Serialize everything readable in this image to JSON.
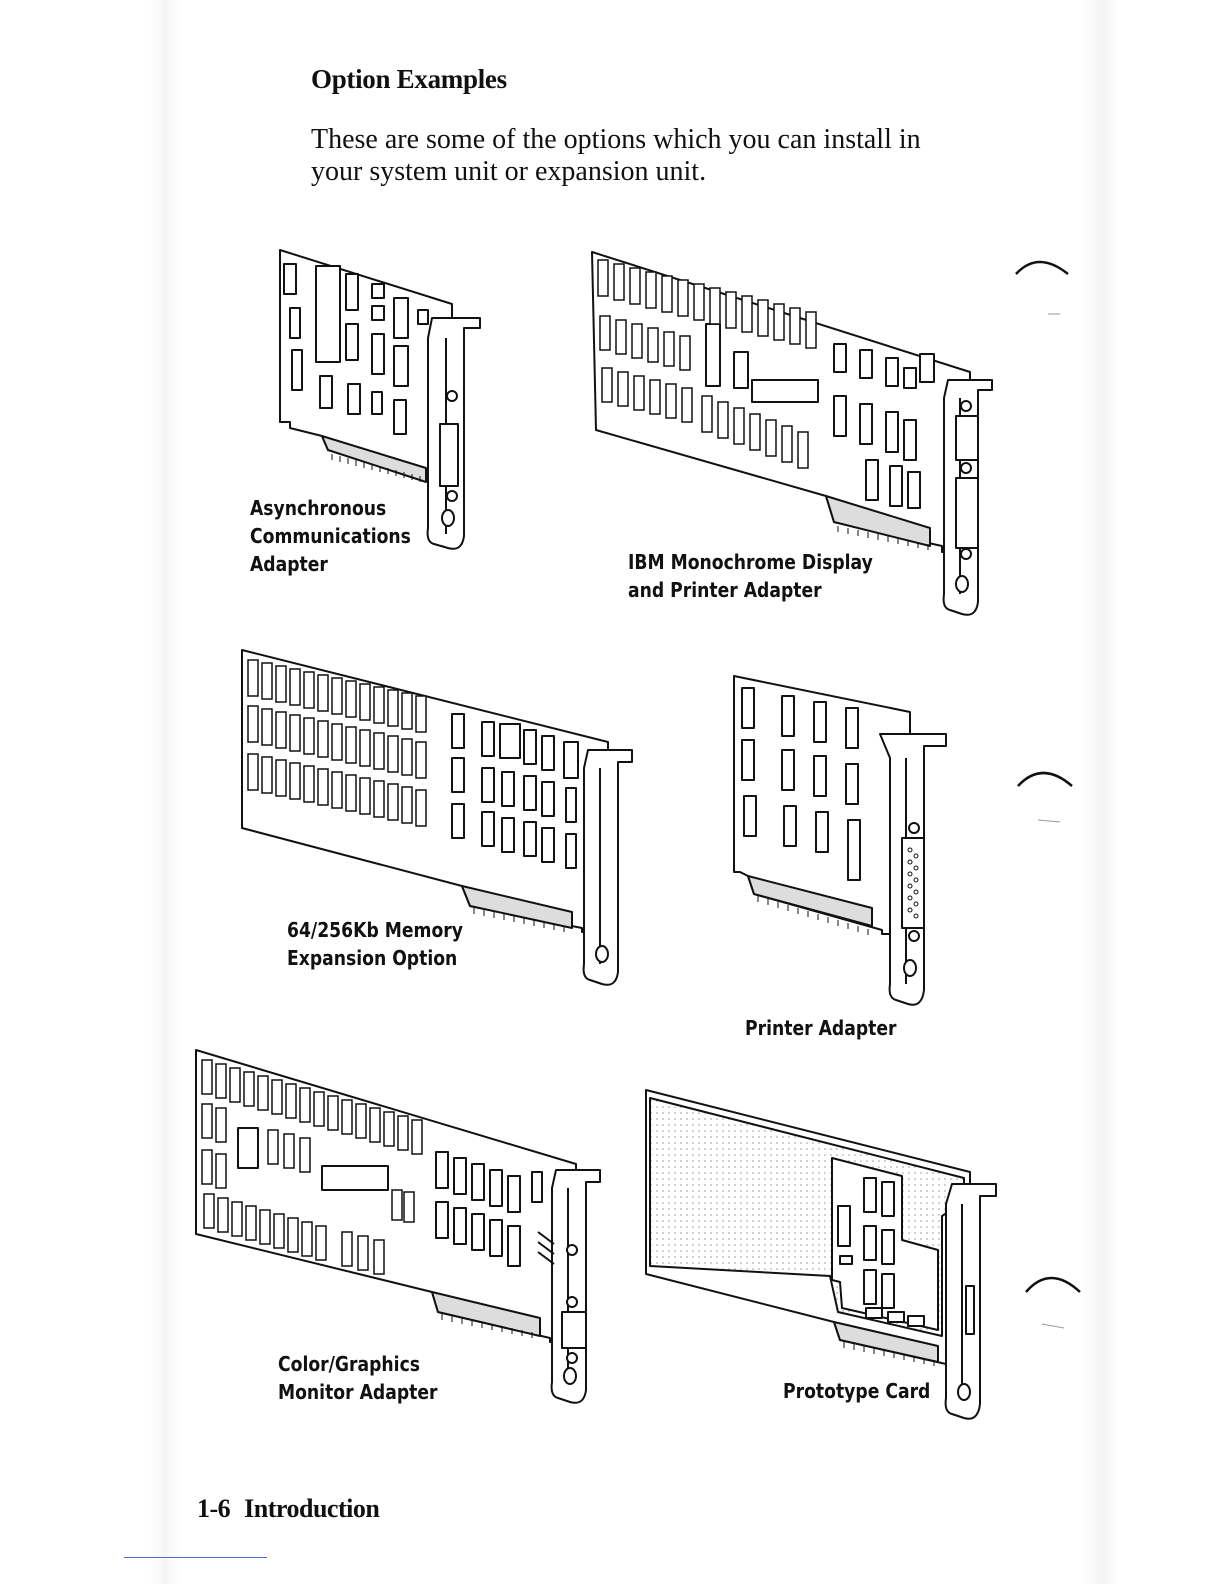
{
  "heading": "Option Examples",
  "intro_lines": [
    "These are some of the options which you can install in",
    "your system unit or expansion unit."
  ],
  "cards": [
    {
      "lines": [
        "Asynchronous",
        "Communications",
        "Adapter"
      ]
    },
    {
      "lines": [
        "IBM Monochrome Display",
        "and Printer Adapter"
      ]
    },
    {
      "lines": [
        "64/256Kb Memory",
        "Expansion Option"
      ]
    },
    {
      "lines": [
        "Printer Adapter"
      ]
    },
    {
      "lines": [
        "Color/Graphics",
        "Monitor Adapter"
      ]
    },
    {
      "lines": [
        "Prototype Card"
      ]
    }
  ],
  "footer": {
    "page_number": "1-6",
    "section": "Introduction"
  }
}
